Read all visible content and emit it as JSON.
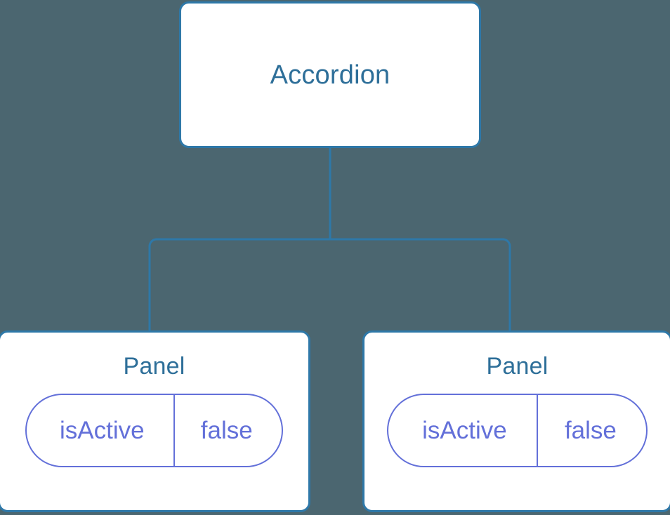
{
  "diagram": {
    "type": "component-tree",
    "background_color": "#4B6670",
    "node_border_color": "#2E78A8",
    "node_fill_color": "#FFFFFF",
    "node_title_color": "#2E6F99",
    "connector_color": "#2E78A8",
    "pill_color": "#6370D9",
    "root": {
      "title": "Accordion"
    },
    "children": [
      {
        "title": "Panel",
        "state": {
          "key": "isActive",
          "value": "false"
        }
      },
      {
        "title": "Panel",
        "state": {
          "key": "isActive",
          "value": "false"
        }
      }
    ]
  }
}
